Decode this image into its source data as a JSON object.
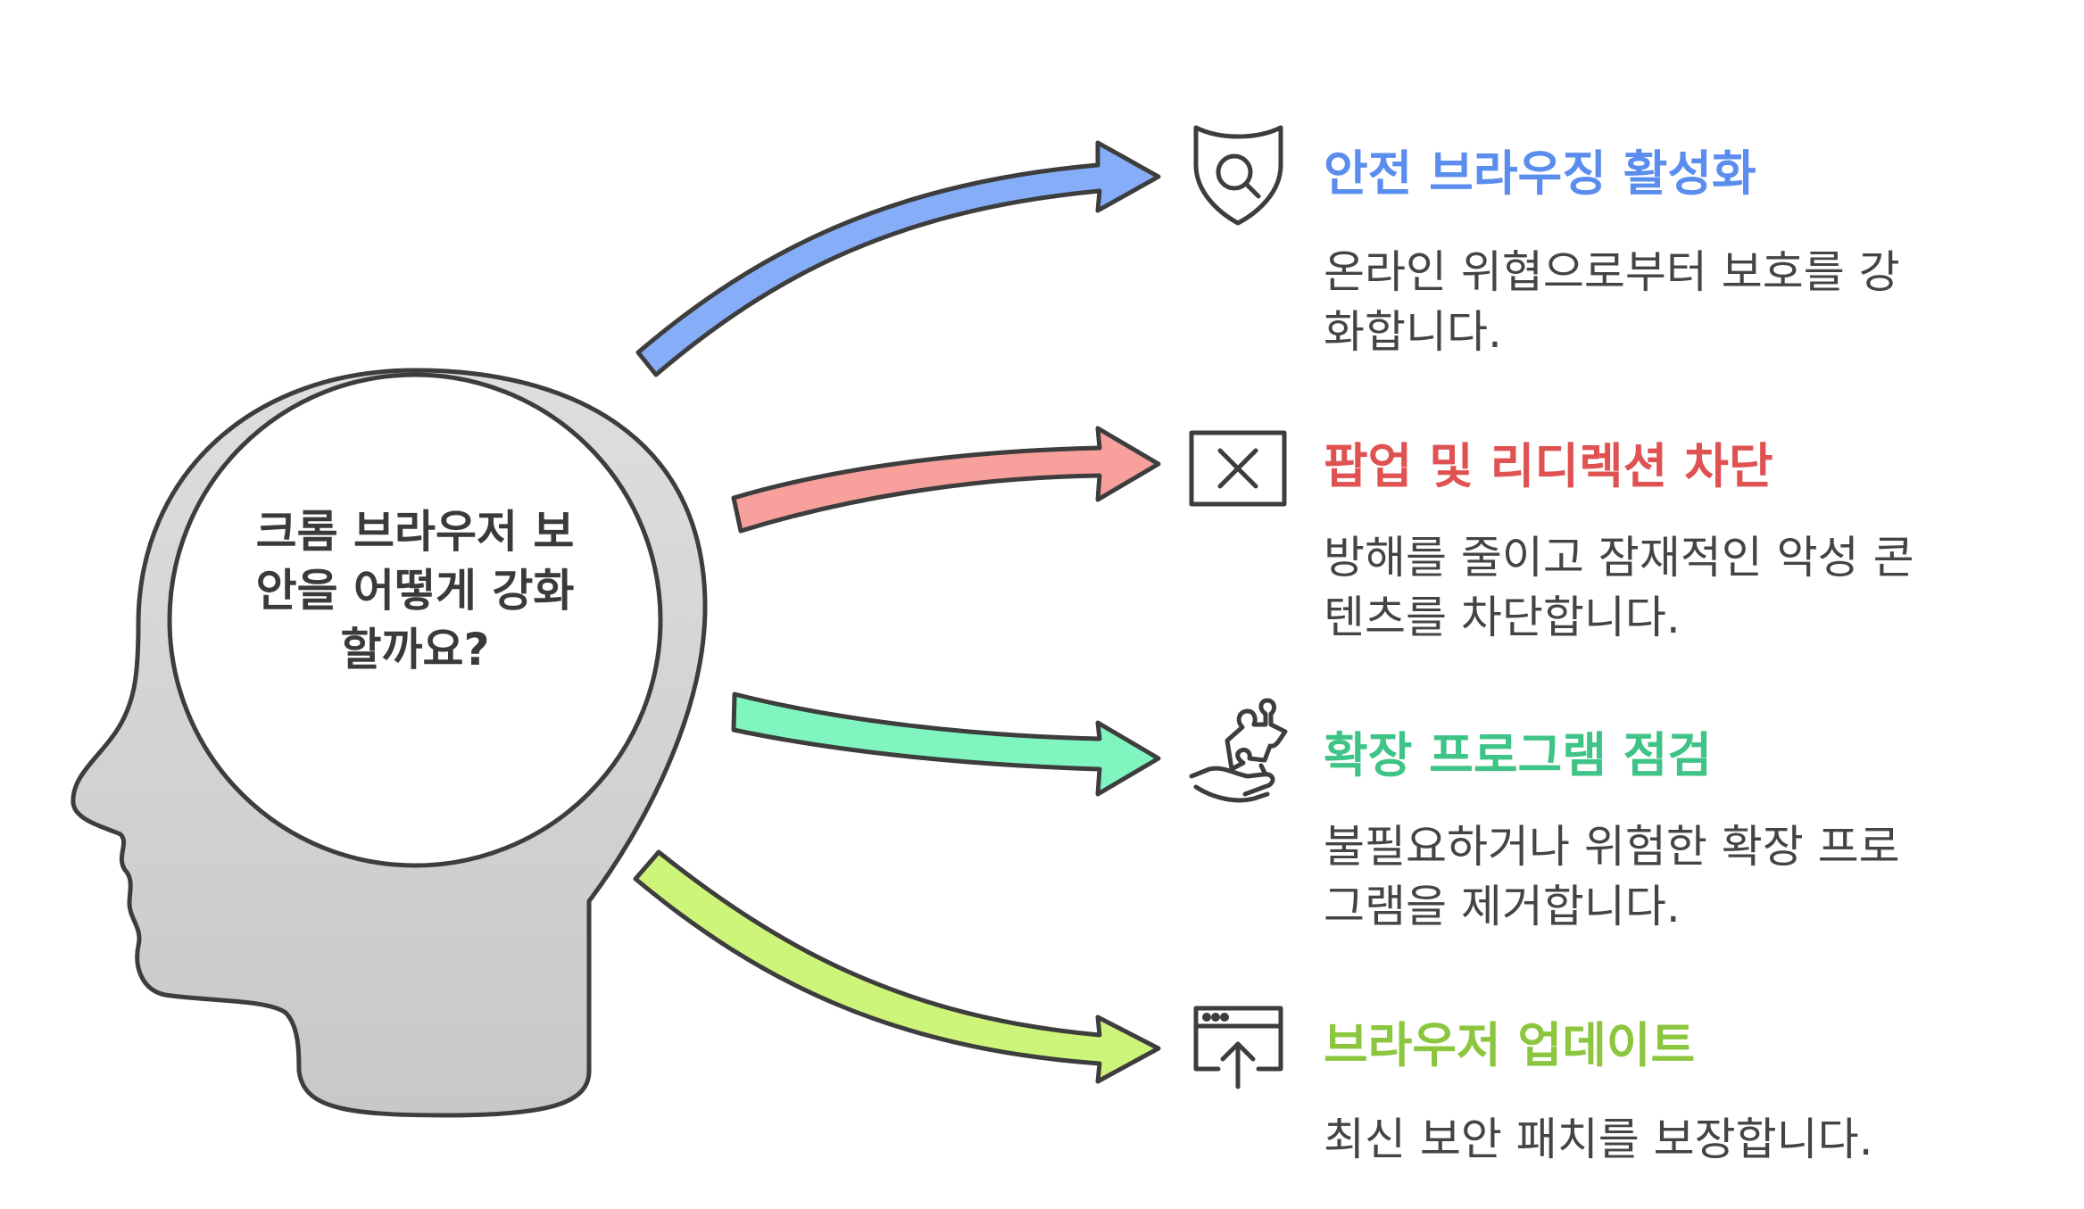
{
  "diagram": {
    "central_question": "크롬 브라우저 보안을 어떻게 강화할까요?",
    "central_question_lines": [
      "크롬 브라우저 보",
      "안을 어떻게 강화",
      "할까요?"
    ],
    "items": [
      {
        "icon": "shield-search-icon",
        "color": "#5b8def",
        "arrow_color": "#86aef8",
        "title": "안전 브라우징 활성화",
        "description": "온라인 위협으로부터 보호를 강화합니다.",
        "description_lines": [
          "온라인 위협으로부터 보호를 강",
          "화합니다."
        ]
      },
      {
        "icon": "close-box-icon",
        "color": "#e05252",
        "arrow_color": "#f7a09c",
        "title": "팝업 및 리디렉션 차단",
        "description": "방해를 줄이고 잠재적인 악성 콘텐츠를 차단합니다.",
        "description_lines": [
          "방해를 줄이고 잠재적인 악성 콘",
          "텐츠를 차단합니다."
        ]
      },
      {
        "icon": "puzzle-hand-icon",
        "color": "#3ec486",
        "arrow_color": "#80f5c0",
        "title": "확장 프로그램 점검",
        "description": "불필요하거나 위험한 확장 프로그램을 제거합니다.",
        "description_lines": [
          "불필요하거나 위험한 확장 프로",
          "그램을 제거합니다."
        ]
      },
      {
        "icon": "browser-upload-icon",
        "color": "#8cc63e",
        "arrow_color": "#cdf57a",
        "title": "브라우저 업데이트",
        "description": "최신 보안 패치를 보장합니다.",
        "description_lines": [
          "최신 보안 패치를 보장합니다."
        ]
      }
    ],
    "stroke_color": "#3d3d3d",
    "head_fill": "#d4d4d4"
  }
}
